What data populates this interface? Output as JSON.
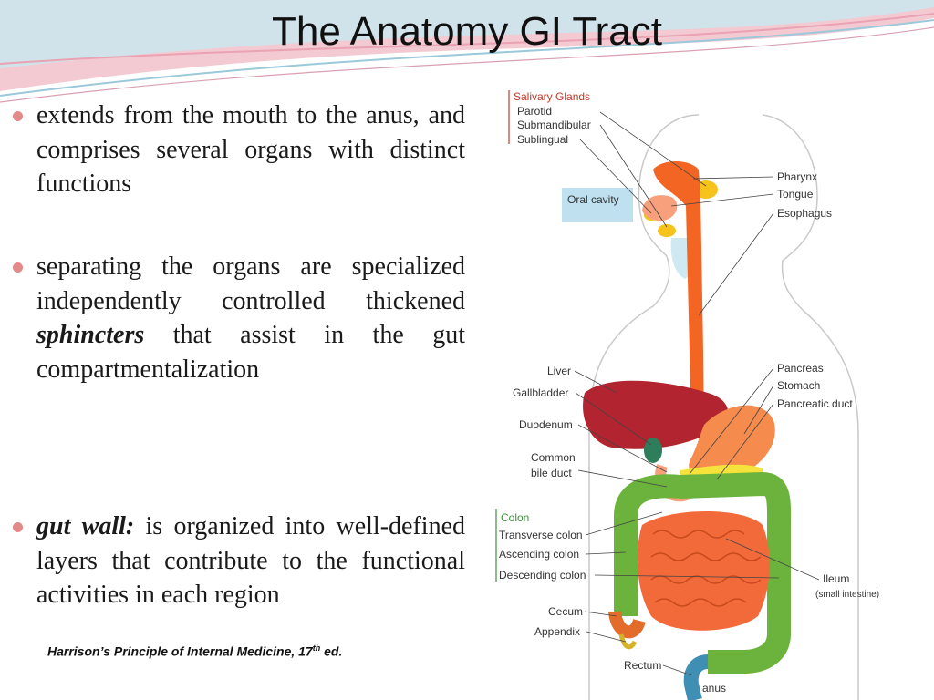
{
  "slide": {
    "title": "The Anatomy GI Tract",
    "bullets": [
      {
        "text": "extends from the mouth to the anus, and comprises several organs with distinct functions"
      },
      {
        "pre": "separating the organs are specialized independently controlled thickened ",
        "emph": "sphincters",
        "post": " that assist in the gut compartmentalization"
      },
      {
        "emph": "gut wall:",
        "post": " is organized into well-defined layers that contribute to the functional activities in each region"
      }
    ],
    "citation": {
      "main": "Harrison’s Principle of Internal Medicine, 17",
      "sup": "th",
      "tail": " ed."
    }
  },
  "diagram": {
    "labels": {
      "salivary_glands": "Salivary Glands",
      "parotid": "Parotid",
      "submandibular": "Submandibular",
      "sublingual": "Sublingual",
      "oral_cavity": "Oral cavity",
      "pharynx": "Pharynx",
      "tongue": "Tongue",
      "esophagus": "Esophagus",
      "liver": "Liver",
      "gallbladder": "Gallbladder",
      "duodenum": "Duodenum",
      "common_bile_duct_1": "Common",
      "common_bile_duct_2": "bile duct",
      "pancreas": "Pancreas",
      "stomach": "Stomach",
      "pancreatic_duct": "Pancreatic duct",
      "colon": "Colon",
      "transverse_colon": "Transverse colon",
      "ascending_colon": "Ascending colon",
      "descending_colon": "Descending colon",
      "cecum": "Cecum",
      "appendix": "Appendix",
      "rectum": "Rectum",
      "anus": "anus",
      "ileum": "Ileum",
      "small_intestine": "(small intestine)"
    },
    "colors": {
      "esophagus": "#f26522",
      "liver": "#b22430",
      "stomach": "#f58b4c",
      "pancreas": "#f5e23a",
      "colon": "#6bb33c",
      "small_intestine": "#f26a3a",
      "rectum": "#3f8fb5",
      "oral_cavity_box": "#bfe0ef",
      "salivary_bracket": "#c0392b",
      "colon_bracket": "#3e8e3e"
    }
  }
}
